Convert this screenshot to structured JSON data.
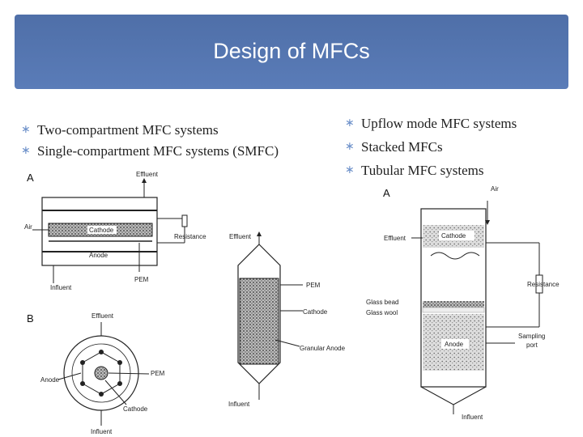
{
  "title": "Design of MFCs",
  "left_bullets": [
    "Two-compartment MFC systems",
    "Single-compartment MFC systems (SMFC)"
  ],
  "right_bullets": [
    "Upflow mode MFC systems",
    "Stacked MFCs",
    "Tubular MFC systems"
  ],
  "diagram_left": {
    "panel_a": "A",
    "panel_b": "B",
    "effluent": "Effluent",
    "air": "Air",
    "cathode": "Cathode",
    "resistance": "Resistance",
    "anode": "Anode",
    "influent": "Influent",
    "pem": "PEM",
    "b_effluent": "Effluent",
    "b_anode": "Anode",
    "b_pem": "PEM",
    "b_cathode": "Cathode",
    "b_influent": "Influent"
  },
  "diagram_mid": {
    "effluent": "Effluent",
    "pem": "PEM",
    "cathode": "Cathode",
    "granular_anode": "Granular Anode",
    "influent": "Influent"
  },
  "diagram_right": {
    "panel_a": "A",
    "air": "Air",
    "cathode": "Cathode",
    "effluent": "Effluent",
    "resistance": "Resistance",
    "glass_bead": "Glass bead",
    "glass_wool": "Glass wool",
    "sampling": "Sampling",
    "port": "port",
    "anode": "Anode",
    "influent": "Influent"
  }
}
